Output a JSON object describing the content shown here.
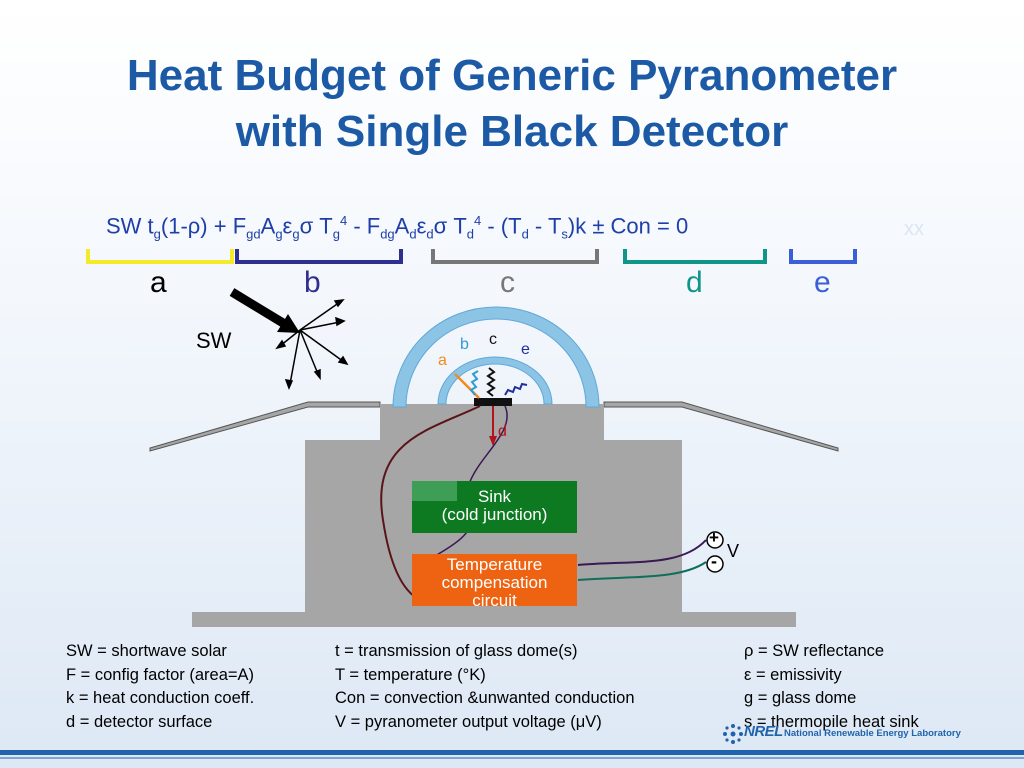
{
  "title": {
    "line1": "Heat Budget of Generic Pyranometer",
    "line2": "with Single Black Detector"
  },
  "equation": {
    "p1": "SW t",
    "p1_sub": "g",
    "p2": "(1-ρ) + F",
    "p2_sub": "gd",
    "p3": "A",
    "p3_sub": "g",
    "p4": "ε",
    "p4_sub": "g",
    "p5": "σ T",
    "p5_sub": "g",
    "p5_sup": "4",
    "p6": " - F",
    "p6_sub": "dg",
    "p7": "A",
    "p7_sub": "d",
    "p8": "ε",
    "p8_sub": "d",
    "p9": "σ T",
    "p9_sub": "d",
    "p9_sup": "4",
    "p10": " - (T",
    "p10_sub": "d",
    "p11": " - T",
    "p11_sub": "s",
    "p12": ")k ± Con = 0",
    "faint": "xx"
  },
  "brackets": {
    "a": {
      "label": "a",
      "color": "#f2ea2a"
    },
    "b": {
      "label": "b",
      "color": "#2e2f8f"
    },
    "c": {
      "label": "c",
      "color": "#777777"
    },
    "d": {
      "label": "d",
      "color": "#109688"
    },
    "e": {
      "label": "e",
      "color": "#3b5fd6"
    }
  },
  "diagram": {
    "sw_label": "SW",
    "dome_labels": {
      "a": "a",
      "b": "b",
      "c": "c",
      "e": "e",
      "d": "d"
    },
    "sink_line1": "Sink",
    "sink_line2": "(cold junction)",
    "temp_line1": "Temperature",
    "temp_line2": "compensation",
    "temp_line3": "circuit",
    "plus": "+",
    "minus": "-",
    "v_label": "V",
    "colors": {
      "housing": "#a6a6a6",
      "dome": "#8cc4e6",
      "sink": "#0d7a22",
      "temp": "#ee6311"
    }
  },
  "legend": {
    "col1": [
      "SW = shortwave solar",
      "F  = config factor (area=A)",
      "k   = heat conduction coeff.",
      "d  = detector surface"
    ],
    "col2": [
      "t   = transmission of glass dome(s)",
      "T  = temperature (°K)",
      "Con = convection &unwanted conduction",
      "V  =  pyranometer output voltage (μV)"
    ],
    "col3": [
      "ρ   = SW reflectance",
      "ε  = emissivity",
      "g   = glass dome",
      "s   = thermopile heat sink"
    ]
  },
  "logo": {
    "text": "NREL",
    "full": "National Renewable Energy Laboratory"
  }
}
